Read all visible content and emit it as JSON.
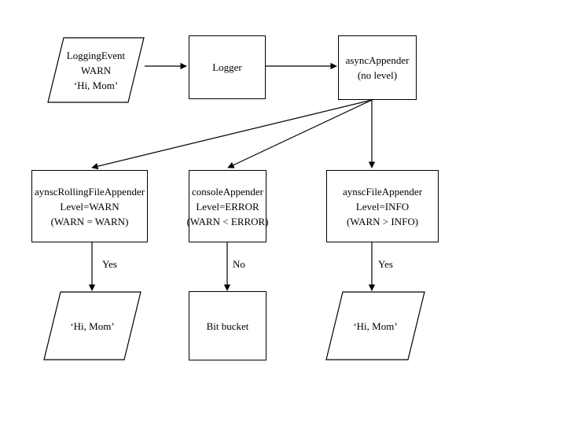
{
  "diagram": {
    "title": "Logback asyncAppender level filtering flowchart",
    "stroke_color": "#000000",
    "background_color": "#ffffff",
    "nodes": [
      {
        "id": "logging-event",
        "shape": "parallelogram",
        "lines": [
          "LoggingEvent",
          "WARN",
          "‘Hi, Mom’"
        ]
      },
      {
        "id": "logger",
        "shape": "rectangle",
        "lines": [
          "Logger"
        ]
      },
      {
        "id": "async-appender",
        "shape": "rectangle",
        "lines": [
          "asyncAppender",
          "(no level)"
        ]
      },
      {
        "id": "aynsc-rolling-file-appender",
        "shape": "rectangle",
        "lines": [
          "aynscRollingFileAppender",
          "Level=WARN",
          "(WARN = WARN)"
        ]
      },
      {
        "id": "console-appender",
        "shape": "rectangle",
        "lines": [
          "consoleAppender",
          "Level=ERROR",
          "(WARN < ERROR)"
        ]
      },
      {
        "id": "aynsc-file-appender",
        "shape": "rectangle",
        "lines": [
          "aynscFileAppender",
          "Level=INFO",
          "(WARN > INFO)"
        ]
      },
      {
        "id": "output-left",
        "shape": "parallelogram",
        "lines": [
          "‘Hi, Mom’"
        ]
      },
      {
        "id": "bit-bucket",
        "shape": "rectangle",
        "lines": [
          "Bit bucket"
        ]
      },
      {
        "id": "output-right",
        "shape": "parallelogram",
        "lines": [
          "‘Hi, Mom’"
        ]
      }
    ],
    "edge_labels": {
      "left": "Yes",
      "middle": "No",
      "right": "Yes"
    }
  }
}
